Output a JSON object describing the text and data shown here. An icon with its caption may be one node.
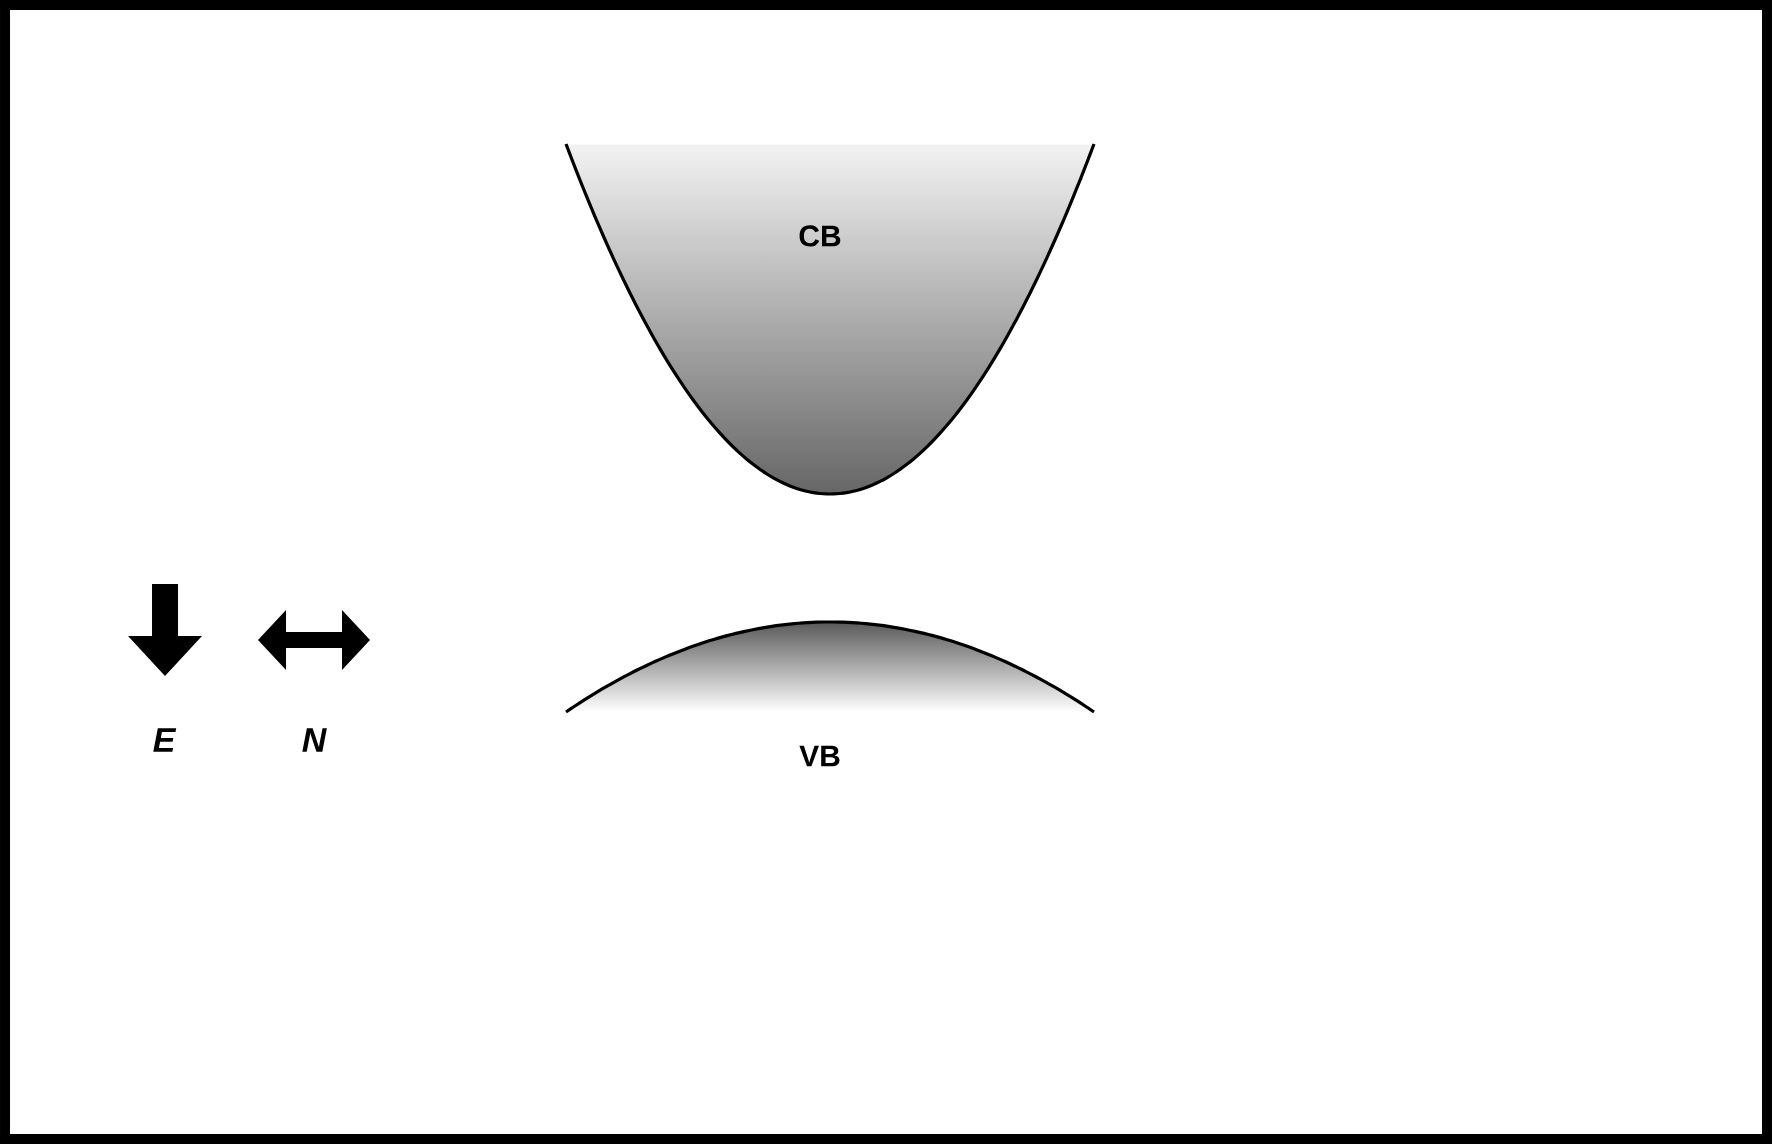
{
  "diagram": {
    "nodes": [
      {
        "text": [
          "CB"
        ]
      },
      {
        "text": [
          "VB"
        ]
      }
    ],
    "labels": [
      "E",
      "N"
    ]
  }
}
